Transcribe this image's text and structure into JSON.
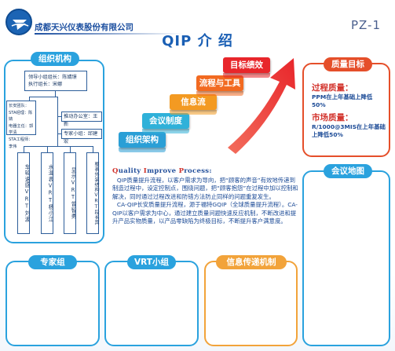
{
  "header": {
    "company": "成都天兴仪表股份有限公司",
    "page_code": "PZ-1",
    "title": "QIP 介 绍"
  },
  "org": {
    "label": "组织机构",
    "leader_line1": "领导小组组长：陈婧璟",
    "leader_line2": "执行组长：宋娜",
    "left_box_lines": [
      "长安团队：",
      "STA经理：陈婧",
      "电器主任：郭学清",
      "STA工程师：李伟"
    ],
    "promoter": "推动办公室：王新",
    "expert": "专家小组：邱建宏",
    "columns": [
      "车轮速感VRT刘波",
      "水温表VRT杨小江",
      "显示VRT曾智勇",
      "整表外装结构VRT段长宾"
    ]
  },
  "steps": [
    "组织架构",
    "会议制度",
    "信息流",
    "流程与工具",
    "目标绩效"
  ],
  "qip_text": {
    "heading_q": "Q",
    "heading_rest1": "uality ",
    "heading_i": "I",
    "heading_rest2": "mprove ",
    "heading_p": "P",
    "heading_rest3": "rocess:",
    "para1": "QIP质量提升流程，以客户需求为导向，把“顾客的声音”有效地传递到制造过程中，设定控制点，围绕问题，把“顾客抱怨”在过程中加以控制和解决，同时通过过程改进和防错方法防止同样的问题重复发生。",
    "para2": "CA-QIP长安质量提升流程，源于福特GQIP（全球质量提升流程）。CA-QIP以客户需求为中心，通过建立质量问题快速反应机制，不断改进和提升产品实物质量，以产品零缺陷为终极目标，不断提升客户满意度。"
  },
  "quality_goals": {
    "label": "质量目标",
    "process_head": "过程质量：",
    "process_body": "PPM在上年基础上降低50%",
    "market_head": "市场质量：",
    "market_body": "R/1000@3MIS在上年基础上降低50%"
  },
  "meeting_map": {
    "label": "会议地图"
  },
  "bottom_panels": {
    "expert_label": "专家组",
    "vrt_label": "VRT小组",
    "info_label": "信息传递机制"
  },
  "colors": {
    "step1": "#2a9fd6",
    "step2": "#2fb1d9",
    "step3": "#f39a22",
    "step4": "#f26a21",
    "step5": "#e8262b",
    "arrow": "#e8262b"
  }
}
